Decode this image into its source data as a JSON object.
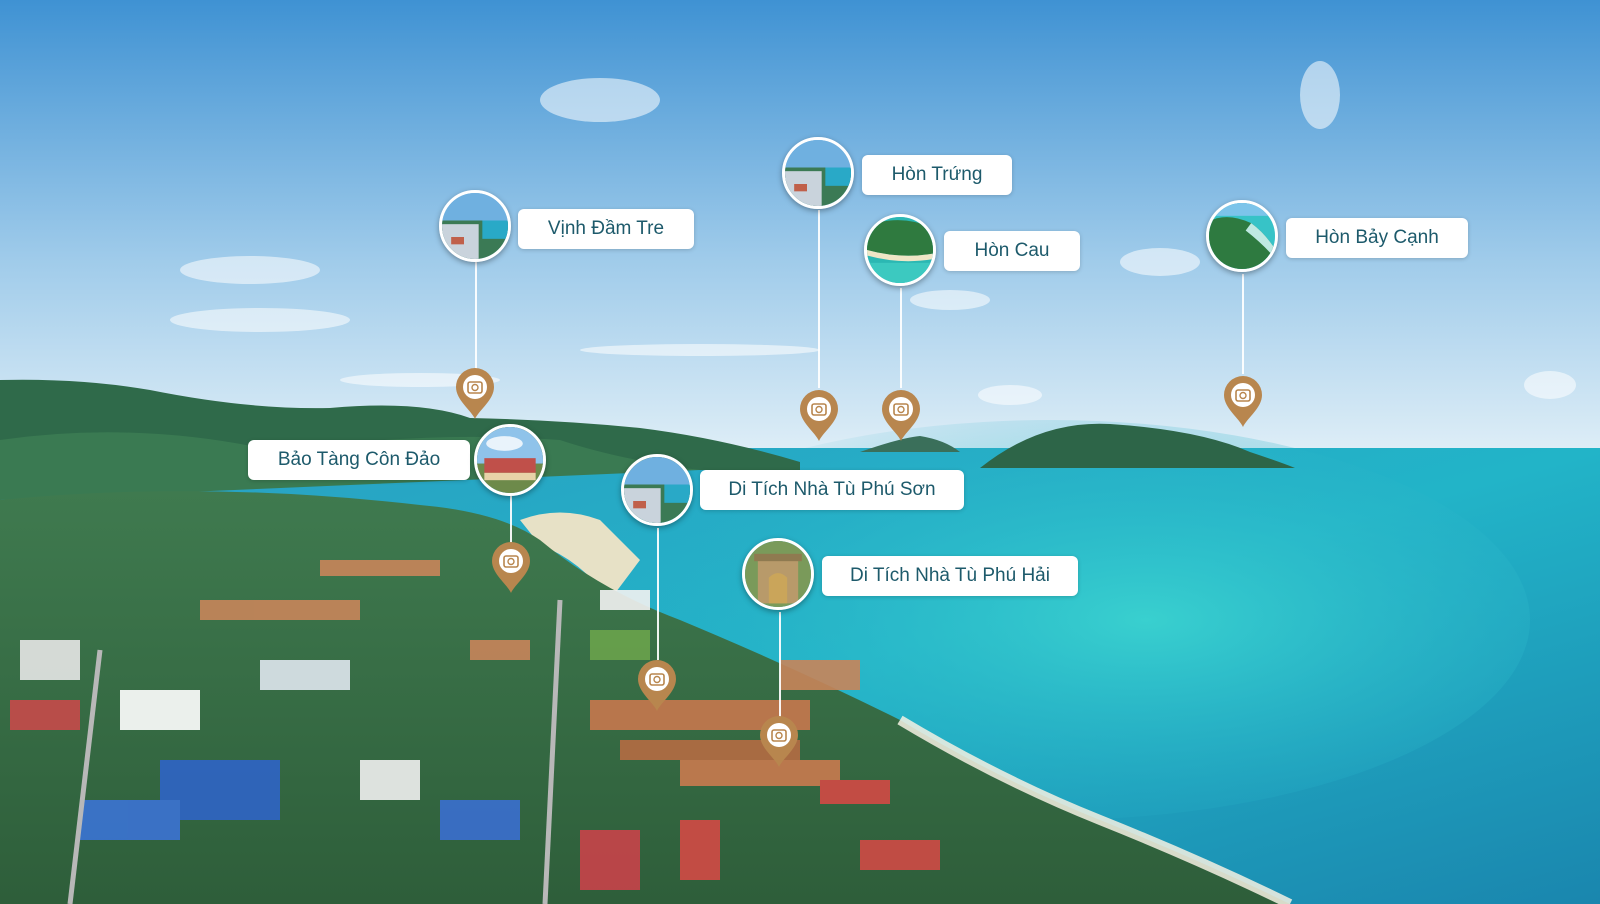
{
  "scene": {
    "colors": {
      "sky_top": "#4a9ad6",
      "sky_horizon": "#d9ecf7",
      "sea": "#23b3c9",
      "sea_deep": "#1a8fb0",
      "hill": "#2f6b4c",
      "pin": "#b8864e",
      "label_text": "#1d5a6b"
    }
  },
  "hotspots": [
    {
      "id": "vinh-dam-tre",
      "label": "Vịnh Đầm Tre",
      "thumb": "aerial-town",
      "icon": "360-panorama-icon"
    },
    {
      "id": "hon-trung",
      "label": "Hòn Trứng",
      "thumb": "aerial-town",
      "icon": "360-panorama-icon"
    },
    {
      "id": "hon-cau",
      "label": "Hòn Cau",
      "thumb": "green-island",
      "icon": "360-panorama-icon"
    },
    {
      "id": "hon-bay-canh",
      "label": "Hòn Bảy Cạnh",
      "thumb": "green-island",
      "icon": "360-panorama-icon"
    },
    {
      "id": "bao-tang-con-dao",
      "label": "Bảo Tàng Côn Đảo",
      "thumb": "museum-building",
      "icon": "360-panorama-icon"
    },
    {
      "id": "di-tich-nha-tu-phu-son",
      "label": "Di Tích Nhà Tù Phú Sơn",
      "thumb": "aerial-town",
      "icon": "360-panorama-icon"
    },
    {
      "id": "di-tich-nha-tu-phu-hai",
      "label": "Di Tích Nhà Tù Phú Hải",
      "thumb": "prison-gate",
      "icon": "360-panorama-icon"
    }
  ]
}
